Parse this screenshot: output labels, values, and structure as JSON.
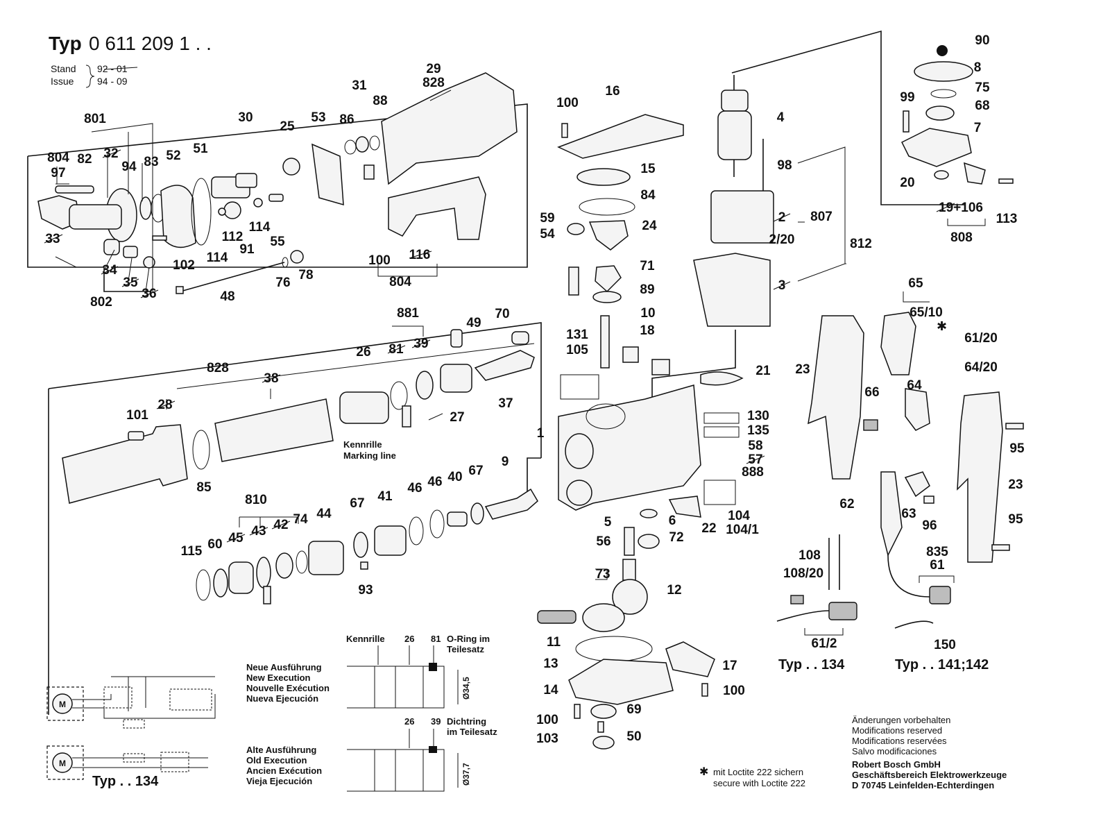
{
  "header": {
    "type_label": "Typ",
    "type_number": "0 611 209 1 . .",
    "stand_label": "Stand",
    "issue_label": "Issue",
    "stand_value": "92 - 01",
    "issue_value": "94 - 09"
  },
  "group_labels": {
    "g801": "801",
    "g802": "802",
    "g804": "804",
    "g828": "828",
    "g881": "881",
    "g810": "810",
    "g807": "807",
    "g812": "812",
    "g808": "808",
    "g65": "65",
    "g835": "835",
    "g61_2": "61/2",
    "g73": "73"
  },
  "parts": {
    "p29": "29",
    "p828a": "828",
    "p31": "31",
    "p88": "88",
    "p86": "86",
    "p53": "53",
    "p25": "25",
    "p30": "30",
    "p51": "51",
    "p52": "52",
    "p83": "83",
    "p94": "94",
    "p32": "32",
    "p82": "82",
    "p804": "804",
    "p97": "97",
    "p33": "33",
    "p34": "34",
    "p35": "35",
    "p36": "36",
    "p102": "102",
    "p114a": "114",
    "p112": "112",
    "p91": "91",
    "p114b": "114",
    "p55": "55",
    "p48": "48",
    "p76": "76",
    "p78": "78",
    "p100a": "100",
    "p116": "116",
    "p100b": "100",
    "p16": "16",
    "p15": "15",
    "p84": "84",
    "p59": "59",
    "p54": "54",
    "p24": "24",
    "p71": "71",
    "p89": "89",
    "p10": "10",
    "p131": "131",
    "p105": "105",
    "p18": "18",
    "p4": "4",
    "p98": "98",
    "p2": "2",
    "p2_20": "2/20",
    "p3": "3",
    "p90": "90",
    "p8": "8",
    "p75": "75",
    "p99": "99",
    "p68": "68",
    "p7": "7",
    "p20": "20",
    "p19_106": "19+106",
    "p113": "113",
    "p21": "21",
    "p1": "1",
    "p130": "130",
    "p135": "135",
    "p58": "58",
    "p57": "57",
    "p888": "888",
    "p104": "104",
    "p104_1": "104/1",
    "p22": "22",
    "p5": "5",
    "p6": "6",
    "p56": "56",
    "p72": "72",
    "p12": "12",
    "p11": "11",
    "p13": "13",
    "p17": "17",
    "p14": "14",
    "p100c": "100",
    "p100d": "100",
    "p69": "69",
    "p103": "103",
    "p50": "50",
    "p49": "49",
    "p70": "70",
    "p26": "26",
    "p81": "81",
    "p39": "39",
    "p27": "27",
    "p37": "37",
    "p38": "38",
    "p101": "101",
    "p28": "28",
    "p85": "85",
    "p9": "9",
    "p67a": "67",
    "p67b": "67",
    "p40": "40",
    "p46a": "46",
    "p46b": "46",
    "p41": "41",
    "p44": "44",
    "p74": "74",
    "p42": "42",
    "p43": "43",
    "p45": "45",
    "p60": "60",
    "p115": "115",
    "p93": "93",
    "p65_10": "65/10",
    "p61_20": "61/20",
    "p64_20": "64/20",
    "p23a": "23",
    "p66": "66",
    "p64": "64",
    "p95a": "95",
    "p23b": "23",
    "p95b": "95",
    "p62": "62",
    "p63": "63",
    "p96": "96",
    "p61": "61",
    "p108": "108",
    "p108_20": "108/20",
    "p150": "150"
  },
  "annotations": {
    "kennrille": "Kennrille",
    "marking_line": "Marking line",
    "typ134_a": "Typ . . 134",
    "typ141": "Typ . . 141;142",
    "typ134_b": "Typ . . 134",
    "neue": [
      "Neue Ausführung",
      "New Execution",
      "Nouvelle Exécution",
      "Nueva Ejecución"
    ],
    "alte": [
      "Alte Ausführung",
      "Old Execution",
      "Ancien Exécution",
      "Vieja Ejecución"
    ],
    "detail_kennrille": "Kennrille",
    "detail_26a": "26",
    "detail_81": "81",
    "detail_oring": "O-Ring im",
    "detail_teilesatz": "Teilesatz",
    "detail_dim1": "Ø34,5",
    "detail_26b": "26",
    "detail_39": "39",
    "detail_dichtring": "Dichtring",
    "detail_imteilesatz": "im Teilesatz",
    "detail_dim2": "Ø37,7",
    "motor_m": "M",
    "loctite_de": "mit Loctite 222 sichern",
    "loctite_en": "secure with Loctite 222",
    "changes": [
      "Änderungen vorbehalten",
      "Modifications reserved",
      "Modifications reservées",
      "Salvo modificaciones"
    ],
    "company": [
      "Robert Bosch GmbH",
      "Geschäftsbereich Elektrowerkzeuge",
      "D 70745 Leinfelden-Echterdingen"
    ]
  }
}
